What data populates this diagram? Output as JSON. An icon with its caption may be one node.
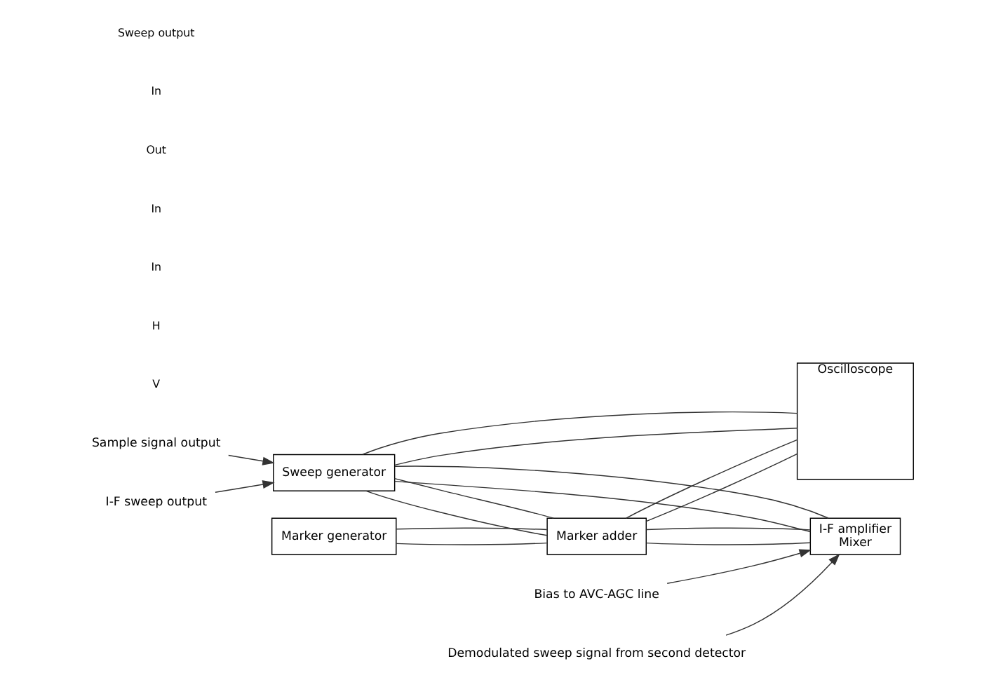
{
  "diagram": {
    "nodes": [
      {
        "text": [
          "Marker generator"
        ]
      },
      {
        "text": [
          "Oscilloscope"
        ]
      },
      {
        "text": [
          "Marker adder"
        ]
      },
      {
        "text": [
          "Sweep generator"
        ]
      },
      {
        "text": [
          "I-F amplifier",
          "Mixer"
        ]
      },
      {
        "text": [
          "Sample signal output"
        ]
      },
      {
        "text": [
          "I-F sweep output"
        ]
      },
      {
        "text": [
          "Bias to AVC-AGC line"
        ]
      },
      {
        "text": [
          "Demodulated sweep signal from second detector"
        ]
      }
    ],
    "edges": [
      {
        "from": 0,
        "to": 2,
        "arrow": "none"
      },
      {
        "from": 0,
        "to": 2,
        "arrow": "none"
      },
      {
        "from": 3,
        "to": 2,
        "arrow": "none"
      },
      {
        "from": 3,
        "to": 2,
        "arrow": "none"
      },
      {
        "from": 2,
        "to": 1,
        "arrow": "none"
      },
      {
        "from": 2,
        "to": 1,
        "arrow": "none"
      },
      {
        "from": 2,
        "to": 4,
        "arrow": "none"
      },
      {
        "from": 2,
        "to": 4,
        "arrow": "none"
      },
      {
        "from": 3,
        "to": 4,
        "arrow": "none"
      },
      {
        "from": 3,
        "to": 4,
        "arrow": "none"
      },
      {
        "from": 3,
        "to": 1,
        "arrow": "none"
      },
      {
        "from": 3,
        "to": 1,
        "arrow": "none"
      },
      {
        "from": 5,
        "to": 3,
        "arrow": "to"
      },
      {
        "from": 6,
        "to": 3,
        "arrow": "to"
      },
      {
        "from": 7,
        "to": 4,
        "arrow": "to"
      },
      {
        "from": 8,
        "to": 4,
        "arrow": "to"
      }
    ],
    "labels": [
      "V",
      "H",
      "In",
      "In",
      "Out",
      "In",
      "Sweep output"
    ]
  }
}
